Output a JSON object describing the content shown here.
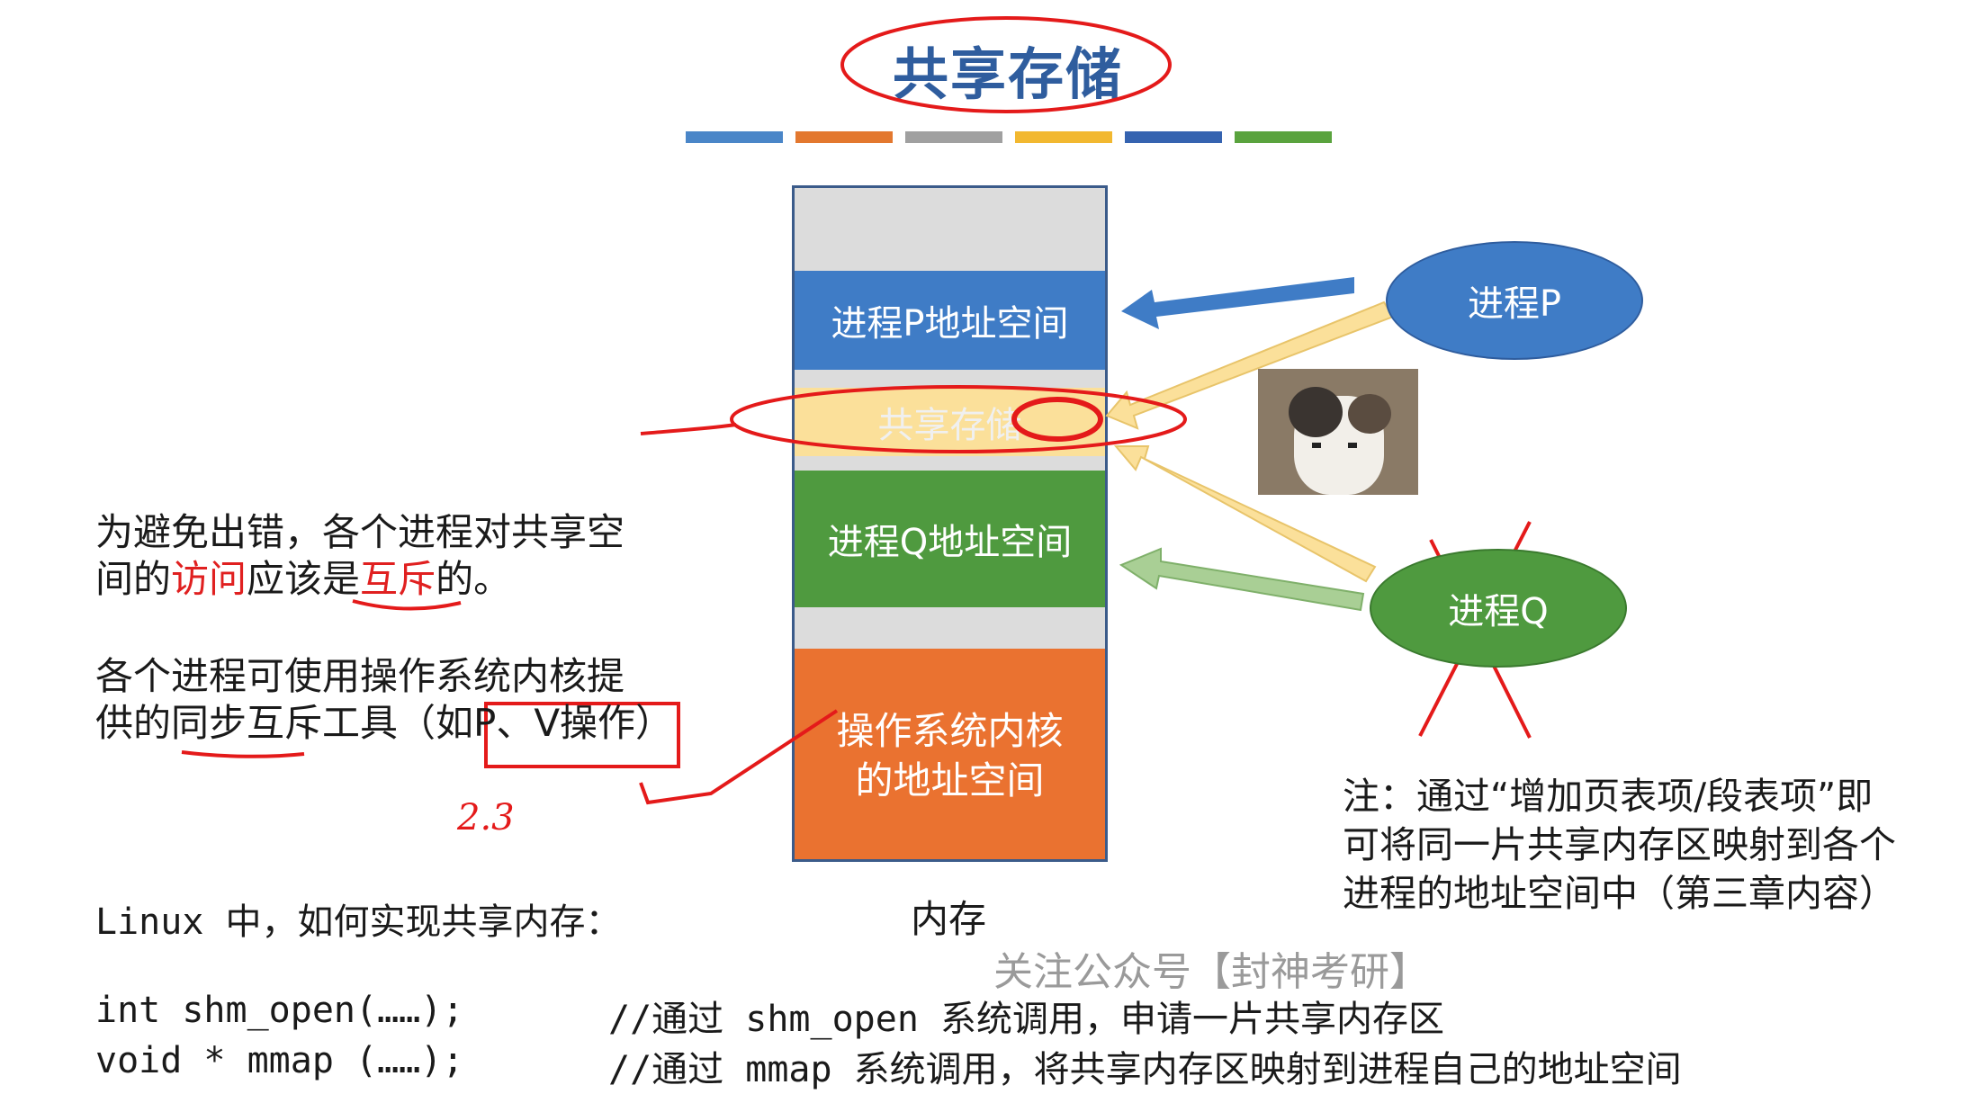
{
  "title": "共享存储",
  "title_bar_colors": [
    "#4a86c8",
    "#e3782f",
    "#a0a0a0",
    "#f2b830",
    "#3563b0",
    "#5aa33e"
  ],
  "memory": {
    "seg_p": "进程P地址空间",
    "seg_shared": "共享存储",
    "seg_q": "进程Q地址空间",
    "seg_os_line1": "操作系统内核",
    "seg_os_line2": "的地址空间",
    "label": "内存"
  },
  "process_p": "进程P",
  "process_q": "进程Q",
  "left_text": {
    "p1_line1": "为避免出错，各个进程对共享空",
    "p1_line2_a": "间的",
    "p1_line2_b": "访问",
    "p1_line2_c": "应该是",
    "p1_line2_d": "互斥",
    "p1_line2_e": "的。",
    "p2_line1": "各个进程可使用操作系统内核提",
    "p2_line2": "供的同步互斥工具（如P、V操作）"
  },
  "note": {
    "line1": "注：通过“增加页表项/段表项”即",
    "line2": "可将同一片共享内存区映射到各个",
    "line3": "进程的地址空间中（第三章内容）"
  },
  "linux": {
    "heading": "Linux 中，如何实现共享内存：",
    "code1": "int shm_open(……);",
    "comment1": "//通过 shm_open 系统调用，申请一片共享内存区",
    "code2": "void * mmap (……);",
    "comment2": "//通过 mmap 系统调用，将共享内存区映射到进程自己的地址空间"
  },
  "watermark": "关注公众号【封神考研】",
  "annotations": {
    "handwritten_23": "2.3"
  }
}
